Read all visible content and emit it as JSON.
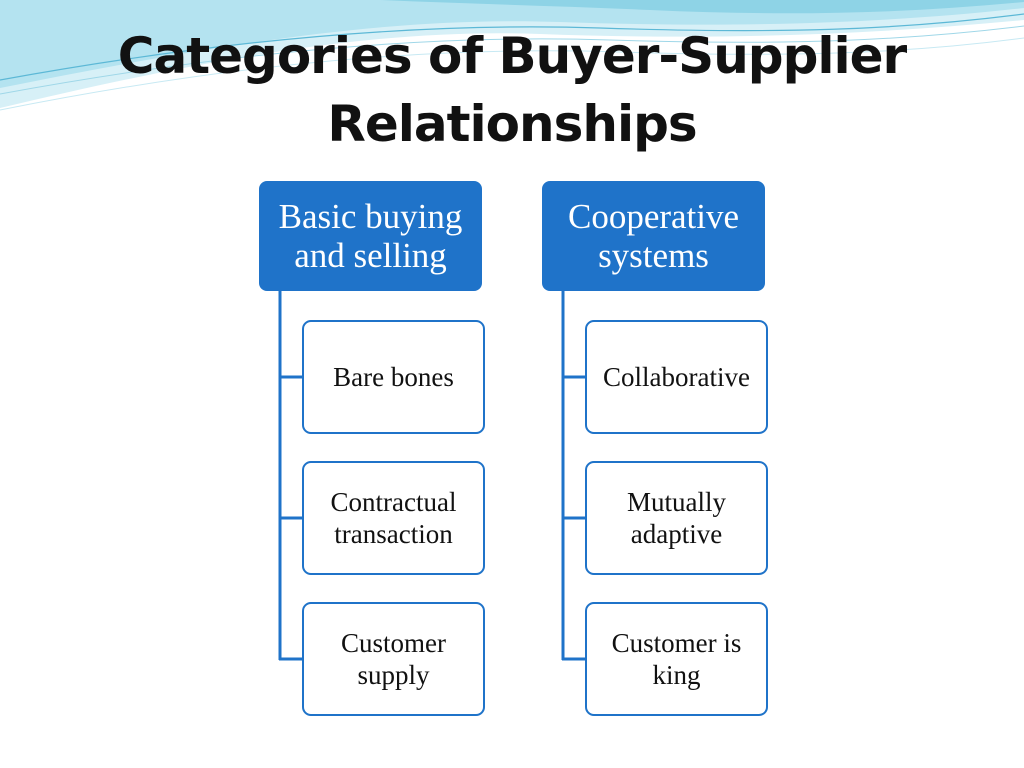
{
  "title": {
    "line1": "Categories of Buyer-Supplier",
    "line2": "Relationships"
  },
  "colors": {
    "accent": "#1f73c9",
    "wave": "#8ed3e6",
    "text": "#111111"
  },
  "diagram": {
    "columns": [
      {
        "header": [
          "Basic buying",
          "and selling"
        ],
        "children": [
          [
            "Bare bones"
          ],
          [
            "Contractual",
            "transaction"
          ],
          [
            "Customer",
            "supply"
          ]
        ]
      },
      {
        "header": [
          "Cooperative",
          "systems"
        ],
        "children": [
          [
            "Collaborative"
          ],
          [
            "Mutually",
            "adaptive"
          ],
          [
            "Customer is",
            "king"
          ]
        ]
      }
    ]
  }
}
